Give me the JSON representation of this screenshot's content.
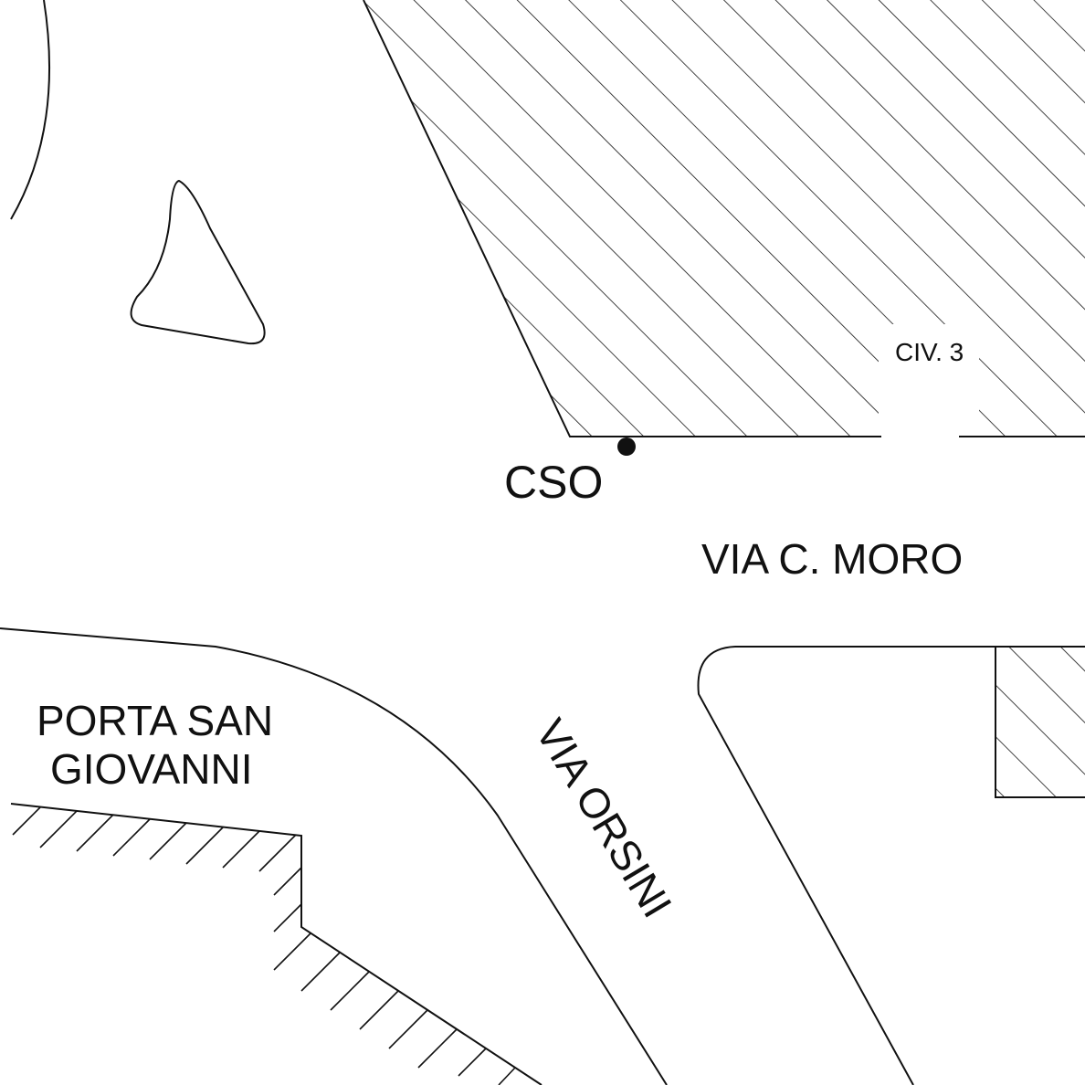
{
  "map": {
    "street_labels": {
      "via_moro": "VIA C. MORO",
      "via_orsini": "VIA ORSINI"
    },
    "place_labels": {
      "porta_line1": "PORTA SAN",
      "porta_line2": "GIOVANNI"
    },
    "marker": {
      "label": "CSO",
      "icon": "point-marker-icon"
    },
    "building_labels": {
      "civic": "CIV. 3"
    },
    "colors": {
      "ink": "#111111",
      "background": "#ffffff"
    }
  }
}
